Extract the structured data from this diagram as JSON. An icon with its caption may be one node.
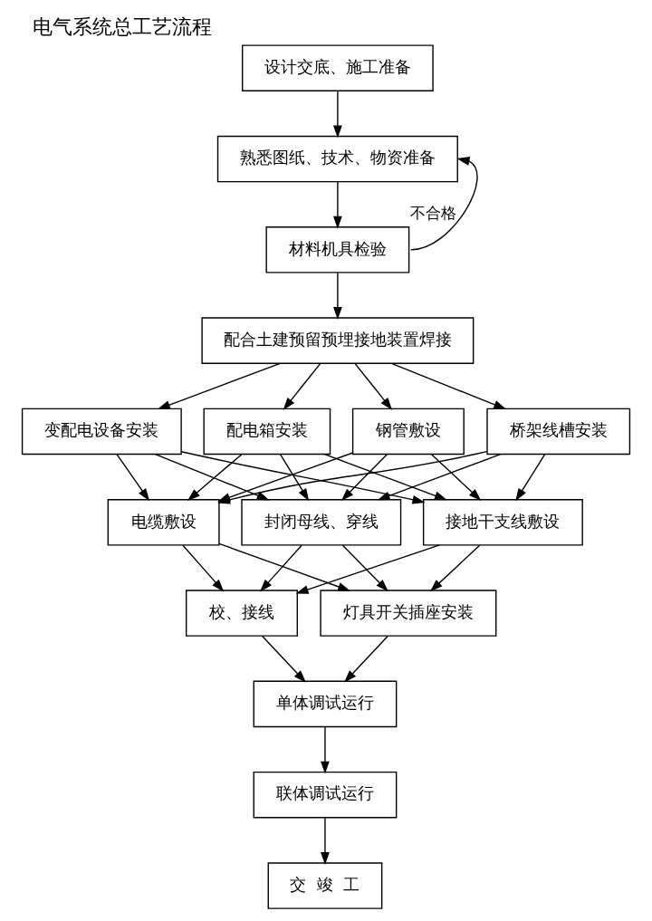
{
  "diagram": {
    "title": "电气系统总工艺流程",
    "nodes": [
      {
        "text": [
          "设计交底、施工准备"
        ]
      },
      {
        "text": [
          "熟悉图纸、技术、物资准备"
        ]
      },
      {
        "text": [
          "材料机具检验"
        ]
      },
      {
        "text": [
          "配合土建预留预埋接地装置焊接"
        ]
      },
      {
        "text": [
          "钢管敷设"
        ]
      },
      {
        "text": [
          "桥架线槽安装"
        ]
      },
      {
        "text": [
          "变配电设备安装"
        ]
      },
      {
        "text": [
          "配电箱安装"
        ]
      },
      {
        "text": [
          "电缆敷设"
        ]
      },
      {
        "text": [
          "封闭母线、穿线"
        ]
      },
      {
        "text": [
          "接地干支线敷设"
        ]
      },
      {
        "text": [
          "校、接线"
        ]
      },
      {
        "text": [
          "灯具开关插座安装"
        ]
      },
      {
        "text": [
          "单体调试运行"
        ]
      },
      {
        "text": [
          "联体调试运行"
        ]
      },
      {
        "text": [
          "交  竣  工"
        ]
      }
    ],
    "edges": [
      {
        "from": 0,
        "to": 1,
        "arrow": "to"
      },
      {
        "from": 1,
        "to": 2,
        "arrow": "to"
      },
      {
        "from": 2,
        "to": 1,
        "arrow": "to",
        "label": "不合格"
      },
      {
        "from": 2,
        "to": 3,
        "arrow": "to"
      },
      {
        "from": 3,
        "to": 4,
        "arrow": "to"
      },
      {
        "from": 3,
        "to": 5,
        "arrow": "to"
      },
      {
        "from": 3,
        "to": 6,
        "arrow": "to"
      },
      {
        "from": 3,
        "to": 7,
        "arrow": "to"
      },
      {
        "from": 4,
        "to": 8,
        "arrow": "to"
      },
      {
        "from": 4,
        "to": 9,
        "arrow": "to"
      },
      {
        "from": 4,
        "to": 10,
        "arrow": "to"
      },
      {
        "from": 5,
        "to": 8,
        "arrow": "to"
      },
      {
        "from": 5,
        "to": 9,
        "arrow": "to"
      },
      {
        "from": 5,
        "to": 10,
        "arrow": "to"
      },
      {
        "from": 6,
        "to": 8,
        "arrow": "to"
      },
      {
        "from": 6,
        "to": 9,
        "arrow": "to"
      },
      {
        "from": 6,
        "to": 10,
        "arrow": "to"
      },
      {
        "from": 7,
        "to": 8,
        "arrow": "to"
      },
      {
        "from": 7,
        "to": 9,
        "arrow": "to"
      },
      {
        "from": 7,
        "to": 10,
        "arrow": "to"
      },
      {
        "from": 8,
        "to": 11,
        "arrow": "to"
      },
      {
        "from": 8,
        "to": 12,
        "arrow": "to"
      },
      {
        "from": 9,
        "to": 11,
        "arrow": "to"
      },
      {
        "from": 9,
        "to": 12,
        "arrow": "to"
      },
      {
        "from": 10,
        "to": 11,
        "arrow": "to"
      },
      {
        "from": 10,
        "to": 12,
        "arrow": "to"
      },
      {
        "from": 11,
        "to": 13,
        "arrow": "to"
      },
      {
        "from": 12,
        "to": 13,
        "arrow": "to"
      },
      {
        "from": 13,
        "to": 14,
        "arrow": "to"
      },
      {
        "from": 14,
        "to": 15,
        "arrow": "to"
      }
    ]
  }
}
